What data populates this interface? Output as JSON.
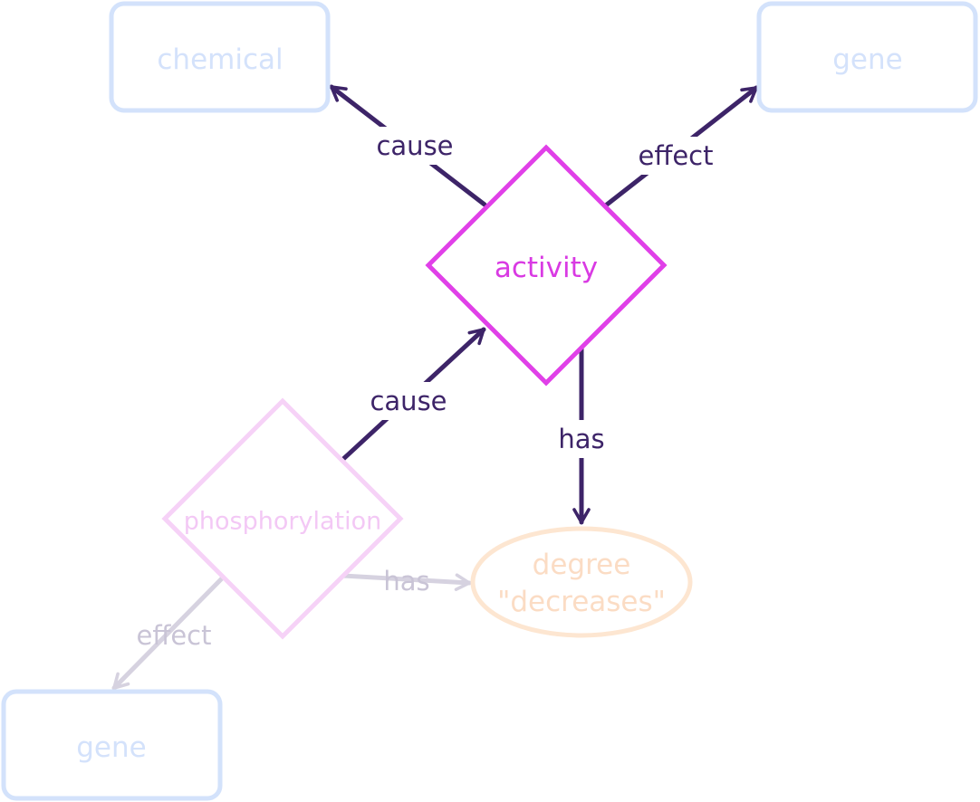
{
  "colors": {
    "edge_active": "#3d2468",
    "edge_faded": "#d6d2e0",
    "edge_text_faded": "#c9c4d6",
    "gene_chem_stroke": "#d3e2fb",
    "gene_chem_text": "#d4e2fb",
    "activity_stroke": "#e040e8",
    "activity_text": "#d93ae3",
    "phospho_stroke": "#f6d2f7",
    "phospho_text": "#f3c8f5",
    "degree_stroke": "#fde6d1",
    "degree_text": "#fbdcc4",
    "background": "#ffffff"
  },
  "nodes": {
    "chemical": {
      "label": "chemical",
      "shape": "rounded-rectangle"
    },
    "gene_top": {
      "label": "gene",
      "shape": "rounded-rectangle"
    },
    "activity": {
      "label": "activity",
      "shape": "diamond"
    },
    "phosphorylation": {
      "label": "phosphorylation",
      "shape": "diamond"
    },
    "degree": {
      "label_line1": "degree",
      "label_line2": "\"decreases\"",
      "shape": "ellipse"
    },
    "gene_bottom": {
      "label": "gene",
      "shape": "rounded-rectangle"
    }
  },
  "edges": {
    "activity_chemical": {
      "label": "cause",
      "from": "activity",
      "to": "chemical"
    },
    "activity_gene": {
      "label": "effect",
      "from": "activity",
      "to": "gene"
    },
    "phospho_activity": {
      "label": "cause",
      "from": "phosphorylation",
      "to": "activity"
    },
    "activity_degree": {
      "label": "has",
      "from": "activity",
      "to": "degree"
    },
    "phospho_degree": {
      "label": "has",
      "from": "phosphorylation",
      "to": "degree"
    },
    "phospho_gene": {
      "label": "effect",
      "from": "phosphorylation",
      "to": "gene"
    }
  }
}
